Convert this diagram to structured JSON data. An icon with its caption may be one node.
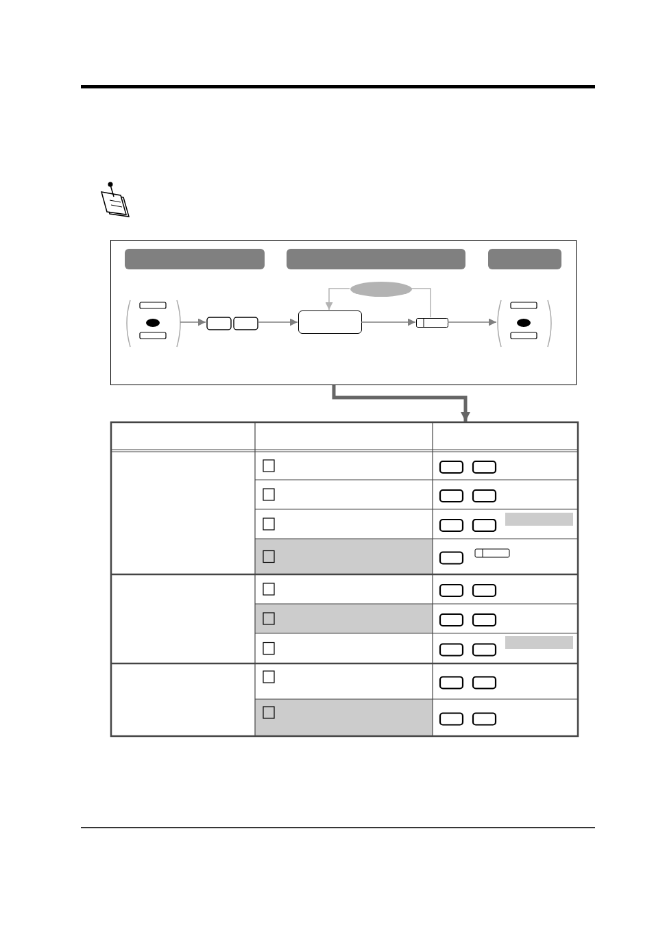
{
  "diagram": {
    "nodes": [
      {
        "text": [],
        "shape": "box"
      },
      {
        "text": [],
        "shape": "bar",
        "in": 0
      },
      {
        "text": [],
        "shape": "bar",
        "in": 0
      },
      {
        "text": [],
        "shape": "bar",
        "in": 0
      },
      {
        "text": [],
        "shape": "box",
        "in": 0
      },
      {
        "text": [],
        "shape": "box",
        "in": 0
      },
      {
        "text": [],
        "shape": "box",
        "in": 0
      },
      {
        "text": [],
        "shape": "box",
        "in": 0
      },
      {
        "text": [],
        "shape": "box",
        "in": 0
      },
      {
        "text": [],
        "shape": "ellipse",
        "in": 0
      },
      {
        "text": [],
        "shape": "box"
      },
      {
        "text": [],
        "shape": "bar",
        "in": 10
      },
      {
        "text": [],
        "shape": "bar",
        "in": 10
      }
    ],
    "edges": [
      {
        "from": 4,
        "to": 5,
        "arrow": "to"
      },
      {
        "from": 5,
        "to": 6,
        "arrow": "to"
      },
      {
        "from": 6,
        "to": 7,
        "arrow": "to"
      },
      {
        "from": 7,
        "to": 8,
        "arrow": "to"
      },
      {
        "from": 7,
        "to": 9,
        "arrow": "none",
        "color": "#b3b3b3"
      },
      {
        "from": 9,
        "to": 6,
        "arrow": "to",
        "color": "#b3b3b3"
      },
      {
        "from": 0,
        "to": 10,
        "arrow": "to",
        "style": "thick",
        "color": "#666666"
      }
    ]
  }
}
